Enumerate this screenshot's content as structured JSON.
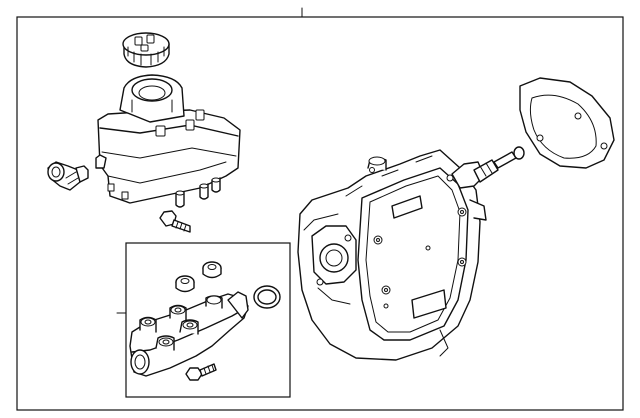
{
  "diagram": {
    "parts": [
      {
        "id": "reservoir-cap",
        "label": ""
      },
      {
        "id": "reservoir-tank",
        "label": ""
      },
      {
        "id": "hose-fitting",
        "label": ""
      },
      {
        "id": "mounting-bolt",
        "label": ""
      },
      {
        "id": "master-cylinder",
        "label": ""
      },
      {
        "id": "grommet-seals",
        "label": ""
      },
      {
        "id": "o-ring",
        "label": ""
      },
      {
        "id": "cylinder-bolt",
        "label": ""
      },
      {
        "id": "brake-booster",
        "label": ""
      },
      {
        "id": "booster-gasket",
        "label": ""
      }
    ],
    "colors": {
      "line": "#111111",
      "background": "#ffffff"
    }
  }
}
